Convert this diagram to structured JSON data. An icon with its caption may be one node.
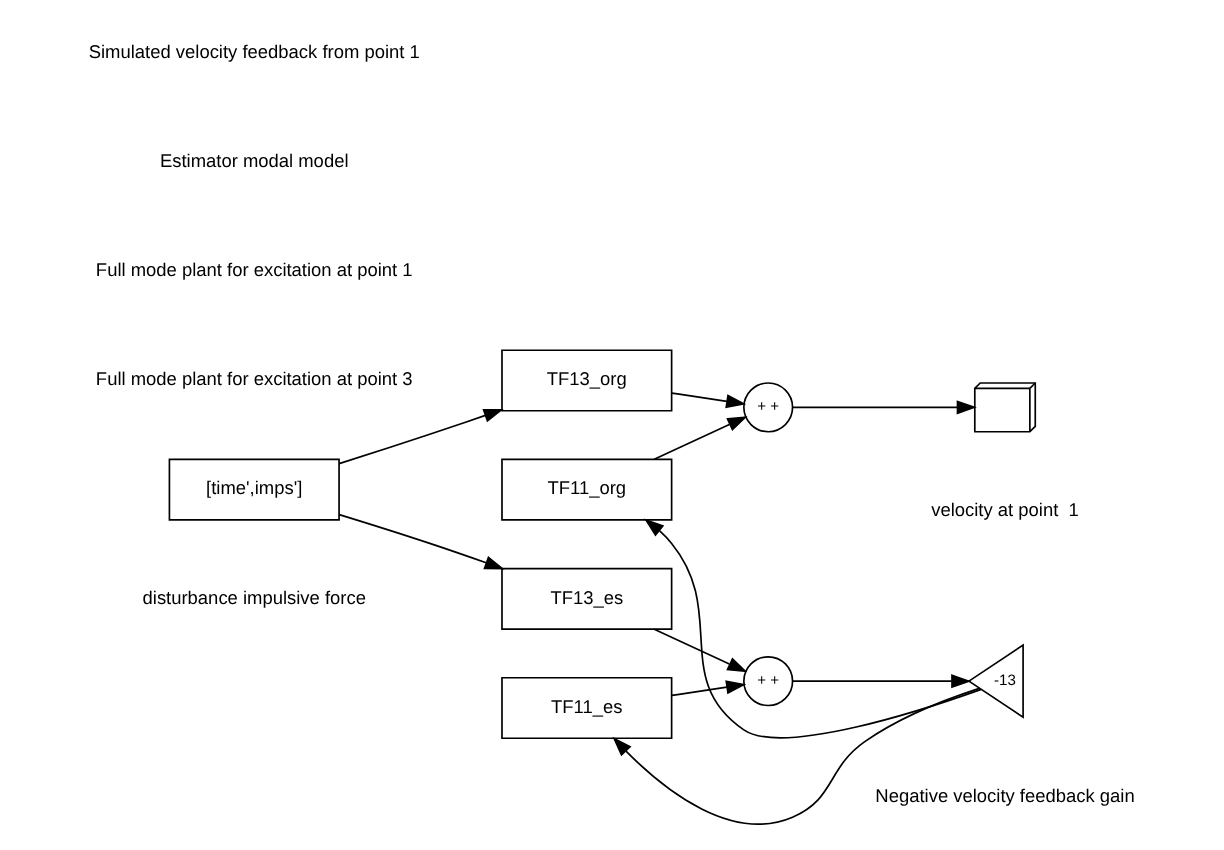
{
  "diagram": {
    "nodes": [
      {
        "text": [
          "[time',imps']"
        ],
        "beside": [
          "disturbance impulsive force"
        ]
      },
      {
        "text": [
          "TF13_org"
        ]
      },
      {
        "text": [
          "TF11_org"
        ]
      },
      {
        "text": [
          "+ +"
        ]
      },
      {
        "text": [],
        "shape": "picture",
        "beside": [
          "velocity at point  1"
        ]
      },
      {
        "text": [
          "TF13_es"
        ]
      },
      {
        "text": [
          "TF11_es"
        ]
      },
      {
        "text": [
          "+ +"
        ]
      },
      {
        "text": [
          "-13"
        ],
        "beside": [
          "Negative velocity feedback gain"
        ]
      }
    ],
    "edges": [
      {
        "from": 0,
        "to": 1,
        "arrow": "to"
      },
      {
        "from": 0,
        "to": 5,
        "arrow": "to"
      },
      {
        "from": 1,
        "to": 3,
        "arrow": "to"
      },
      {
        "from": 2,
        "to": 3,
        "arrow": "to"
      },
      {
        "from": 3,
        "to": 4,
        "arrow": "to"
      },
      {
        "from": 5,
        "to": 7,
        "arrow": "to"
      },
      {
        "from": 6,
        "to": 7,
        "arrow": "to"
      },
      {
        "from": 7,
        "to": 8,
        "arrow": "to"
      },
      {
        "from": 8,
        "to": 2,
        "arrow": "to"
      },
      {
        "from": 8,
        "to": 6,
        "arrow": "to"
      }
    ],
    "labels": [
      "Full mode plant for excitation at point 3",
      "Full mode plant for excitation at point 1",
      "Estimator modal model",
      "Simulated velocity feedback from point 1"
    ]
  }
}
